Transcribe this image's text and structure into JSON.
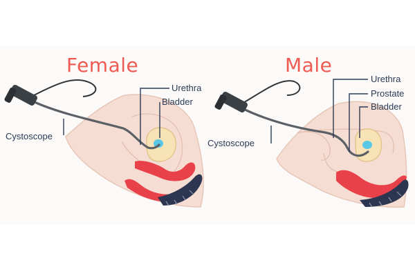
{
  "panels": {
    "female": {
      "title": "Female",
      "labels": {
        "urethra": "Urethra",
        "bladder": "Bladder",
        "cystoscope": "Cystoscope"
      }
    },
    "male": {
      "title": "Male",
      "labels": {
        "urethra": "Urethra",
        "prostate": "Prostate",
        "bladder": "Bladder",
        "cystoscope": "Cystoscope"
      }
    }
  },
  "colors": {
    "title": "#ee5a52",
    "label": "#2b3a55",
    "skin": "#f6ddd3",
    "organ_red": "#e8414a",
    "bladder": "#f8e3b6",
    "bladder_fluid": "#59c7e6",
    "leader_line": "#2b3a55",
    "scope": "#2f3437"
  }
}
